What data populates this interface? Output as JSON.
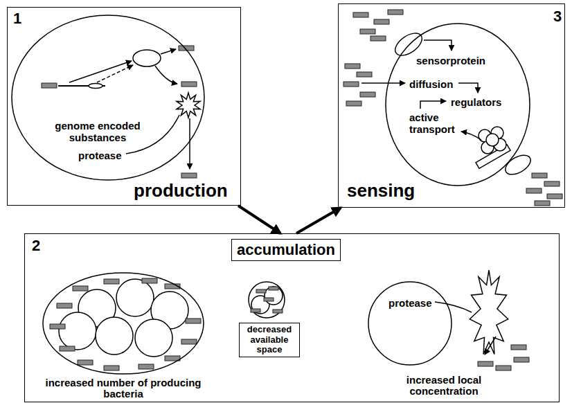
{
  "diagram": {
    "nodes": [
      {
        "text": [
          "1",
          "production"
        ]
      },
      {
        "text": [
          "genome encoded substances",
          "protease"
        ],
        "in": 0
      },
      {
        "text": [
          "3",
          "sensing"
        ]
      },
      {
        "text": [
          "sensorprotein",
          "diffusion",
          "regulators",
          "active transport"
        ],
        "in": 2
      },
      {
        "text": [
          "2"
        ]
      },
      {
        "text": [
          "accumulation"
        ],
        "in": 4
      },
      {
        "text": [
          "increased number of producing bacteria"
        ],
        "in": 4
      },
      {
        "text": [
          "decreased available space"
        ],
        "in": 4
      },
      {
        "text": [
          "protease",
          "increased local concentration"
        ],
        "in": 4
      }
    ],
    "edges": [
      {
        "from": 0,
        "to": 4,
        "arrow": "to"
      },
      {
        "from": 4,
        "to": 2,
        "arrow": "to"
      }
    ]
  }
}
